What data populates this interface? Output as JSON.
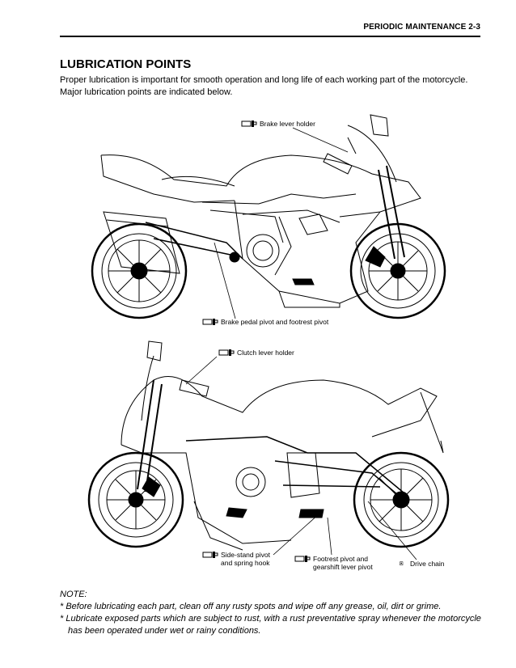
{
  "header": {
    "text": "PERIODIC MAINTENANCE   2-3"
  },
  "title": "LUBRICATION POINTS",
  "intro": [
    "Proper lubrication is important for smooth operation and long life of each working part of the motorcycle.",
    "Major lubrication points are indicated below."
  ],
  "callouts": {
    "brake_lever": "Brake lever holder",
    "brake_pedal": "Brake pedal pivot and footrest pivot",
    "clutch_lever": "Clutch lever holder",
    "side_stand_1": "Side-stand pivot",
    "side_stand_2": "and spring hook",
    "footrest_1": "Footrest pivot and",
    "footrest_2": "gearshift lever pivot",
    "drive_chain": "Drive chain"
  },
  "note": {
    "title": "NOTE:",
    "items": [
      "* Before lubricating each part, clean off any rusty spots and wipe off any grease, oil, dirt or grime.",
      "* Lubricate exposed parts which are subject to rust, with a rust preventative spray whenever the motorcycle has been operated under wet or rainy conditions."
    ]
  }
}
